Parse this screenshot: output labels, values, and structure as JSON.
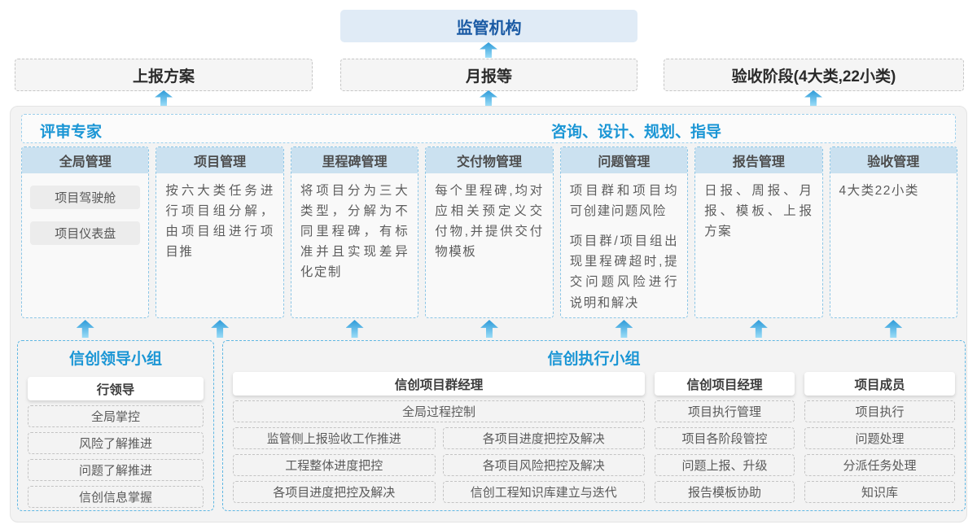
{
  "colors": {
    "accent_blue": "#1b96d5",
    "regulator_text": "#1a5aa4",
    "regulator_bg": "#e0ebf6",
    "arrow_gradient_top": "#2d9bd9",
    "arrow_gradient_bottom": "#9adcf7",
    "column_header_bg": "#cbe1f0"
  },
  "top": {
    "regulator_label": "监管机构"
  },
  "report_row": {
    "items": [
      {
        "label": "上报方案"
      },
      {
        "label": "月报等"
      },
      {
        "label": "验收阶段(4大类,22小类)"
      }
    ]
  },
  "panel": {
    "experts_title": "评审专家",
    "guidance_title": "咨询、设计、规划、指导",
    "columns": [
      {
        "title": "全局管理",
        "pills": [
          "项目驾驶舱",
          "项目仪表盘"
        ]
      },
      {
        "title": "项目管理",
        "body": "按六大类任务进行项目组分解，由项目组进行项目推"
      },
      {
        "title": "里程碑管理",
        "body": "将项目分为三大类型，分解为不同里程碑，有标准并且实现差异化定制"
      },
      {
        "title": "交付物管理",
        "body": "每个里程碑,均对应相关预定义交付物,并提供交付物模板"
      },
      {
        "title": "问题管理",
        "body": "项目群和项目均可创建问题风险",
        "body2": "项目群/项目组出现里程碑超时,提交问题风险进行说明和解决"
      },
      {
        "title": "报告管理",
        "body": "日报、周报、月报、模板、上报方案"
      },
      {
        "title": "验收管理",
        "body": "4大类22小类"
      }
    ]
  },
  "bottom": {
    "lead_group": {
      "title": "信创领导小组",
      "role": "行领导",
      "items": [
        "全局掌控",
        "风险了解推进",
        "问题了解推进",
        "信创信息掌握"
      ]
    },
    "exec_group": {
      "title": "信创执行小组",
      "program_manager": {
        "role": "信创项目群经理",
        "top_item": "全局过程控制",
        "left_items": [
          "监管侧上报验收工作推进",
          "工程整体进度把控",
          "各项目进度把控及解决"
        ],
        "right_items": [
          "各项目进度把控及解决",
          "各项目风险把控及解决",
          "信创工程知识库建立与迭代"
        ]
      },
      "project_manager": {
        "role": "信创项目经理",
        "items": [
          "项目执行管理",
          "项目各阶段管控",
          "问题上报、升级",
          "报告模板协助"
        ]
      },
      "member": {
        "role": "项目成员",
        "items": [
          "项目执行",
          "问题处理",
          "分派任务处理",
          "知识库"
        ]
      }
    }
  }
}
